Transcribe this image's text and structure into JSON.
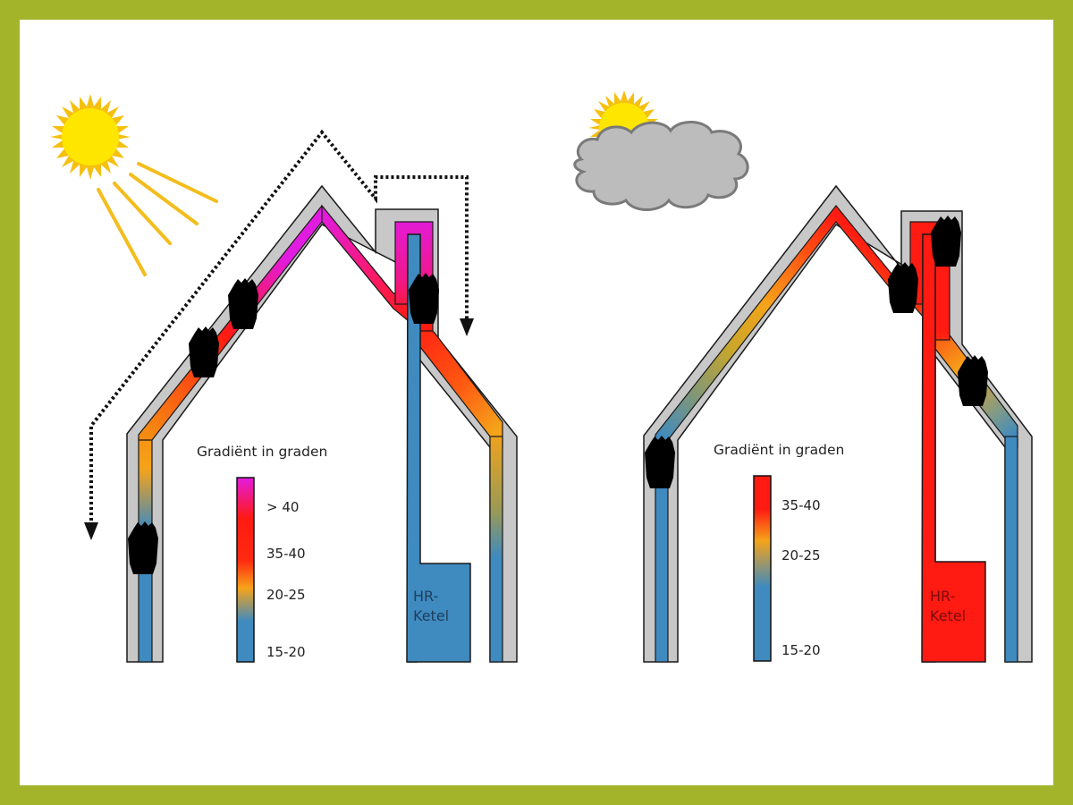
{
  "colors": {
    "frame": "#a3b42a",
    "background": "#ffffff",
    "insulation": "#c8c8c8",
    "cold": "#3f8abf",
    "warm": "#f5a31a",
    "hot": "#ff1a12",
    "very_hot": "#e21be0",
    "sun": "#ffe600",
    "sun_rays": "#f3bd1c",
    "cloud": "#bcbcbc"
  },
  "left_scene": {
    "weather": "sun-icon",
    "legend": {
      "title": "Gradiënt in graden",
      "labels": [
        "> 40",
        "35-40",
        "20-25",
        "15-20"
      ]
    },
    "boiler": {
      "line1": "HR-",
      "line2": "Ketel",
      "state": "cold"
    },
    "airflow": "dotted-arrow-over-roof-into-chimney"
  },
  "right_scene": {
    "weather": "sun-behind-cloud-icon",
    "legend": {
      "title": "Gradiënt in graden",
      "labels": [
        "35-40",
        "20-25",
        "15-20"
      ]
    },
    "boiler": {
      "line1": "HR-",
      "line2": "Ketel",
      "state": "hot"
    }
  }
}
